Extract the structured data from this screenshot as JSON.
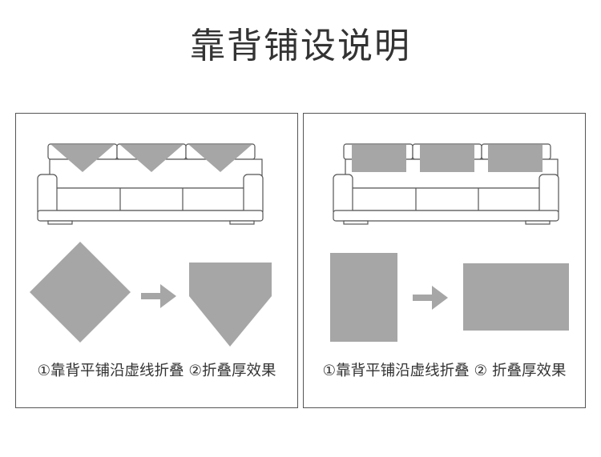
{
  "title": "靠背铺设说明",
  "colors": {
    "fill": "#a6a6a6",
    "line": "#555555",
    "text": "#333333"
  },
  "panels": [
    {
      "id": "triangle",
      "caption": "①靠背平铺沿虚线折叠 ②折叠厚效果"
    },
    {
      "id": "rectangle",
      "caption": "①靠背平铺沿虚线折叠 ② 折叠厚效果"
    }
  ]
}
